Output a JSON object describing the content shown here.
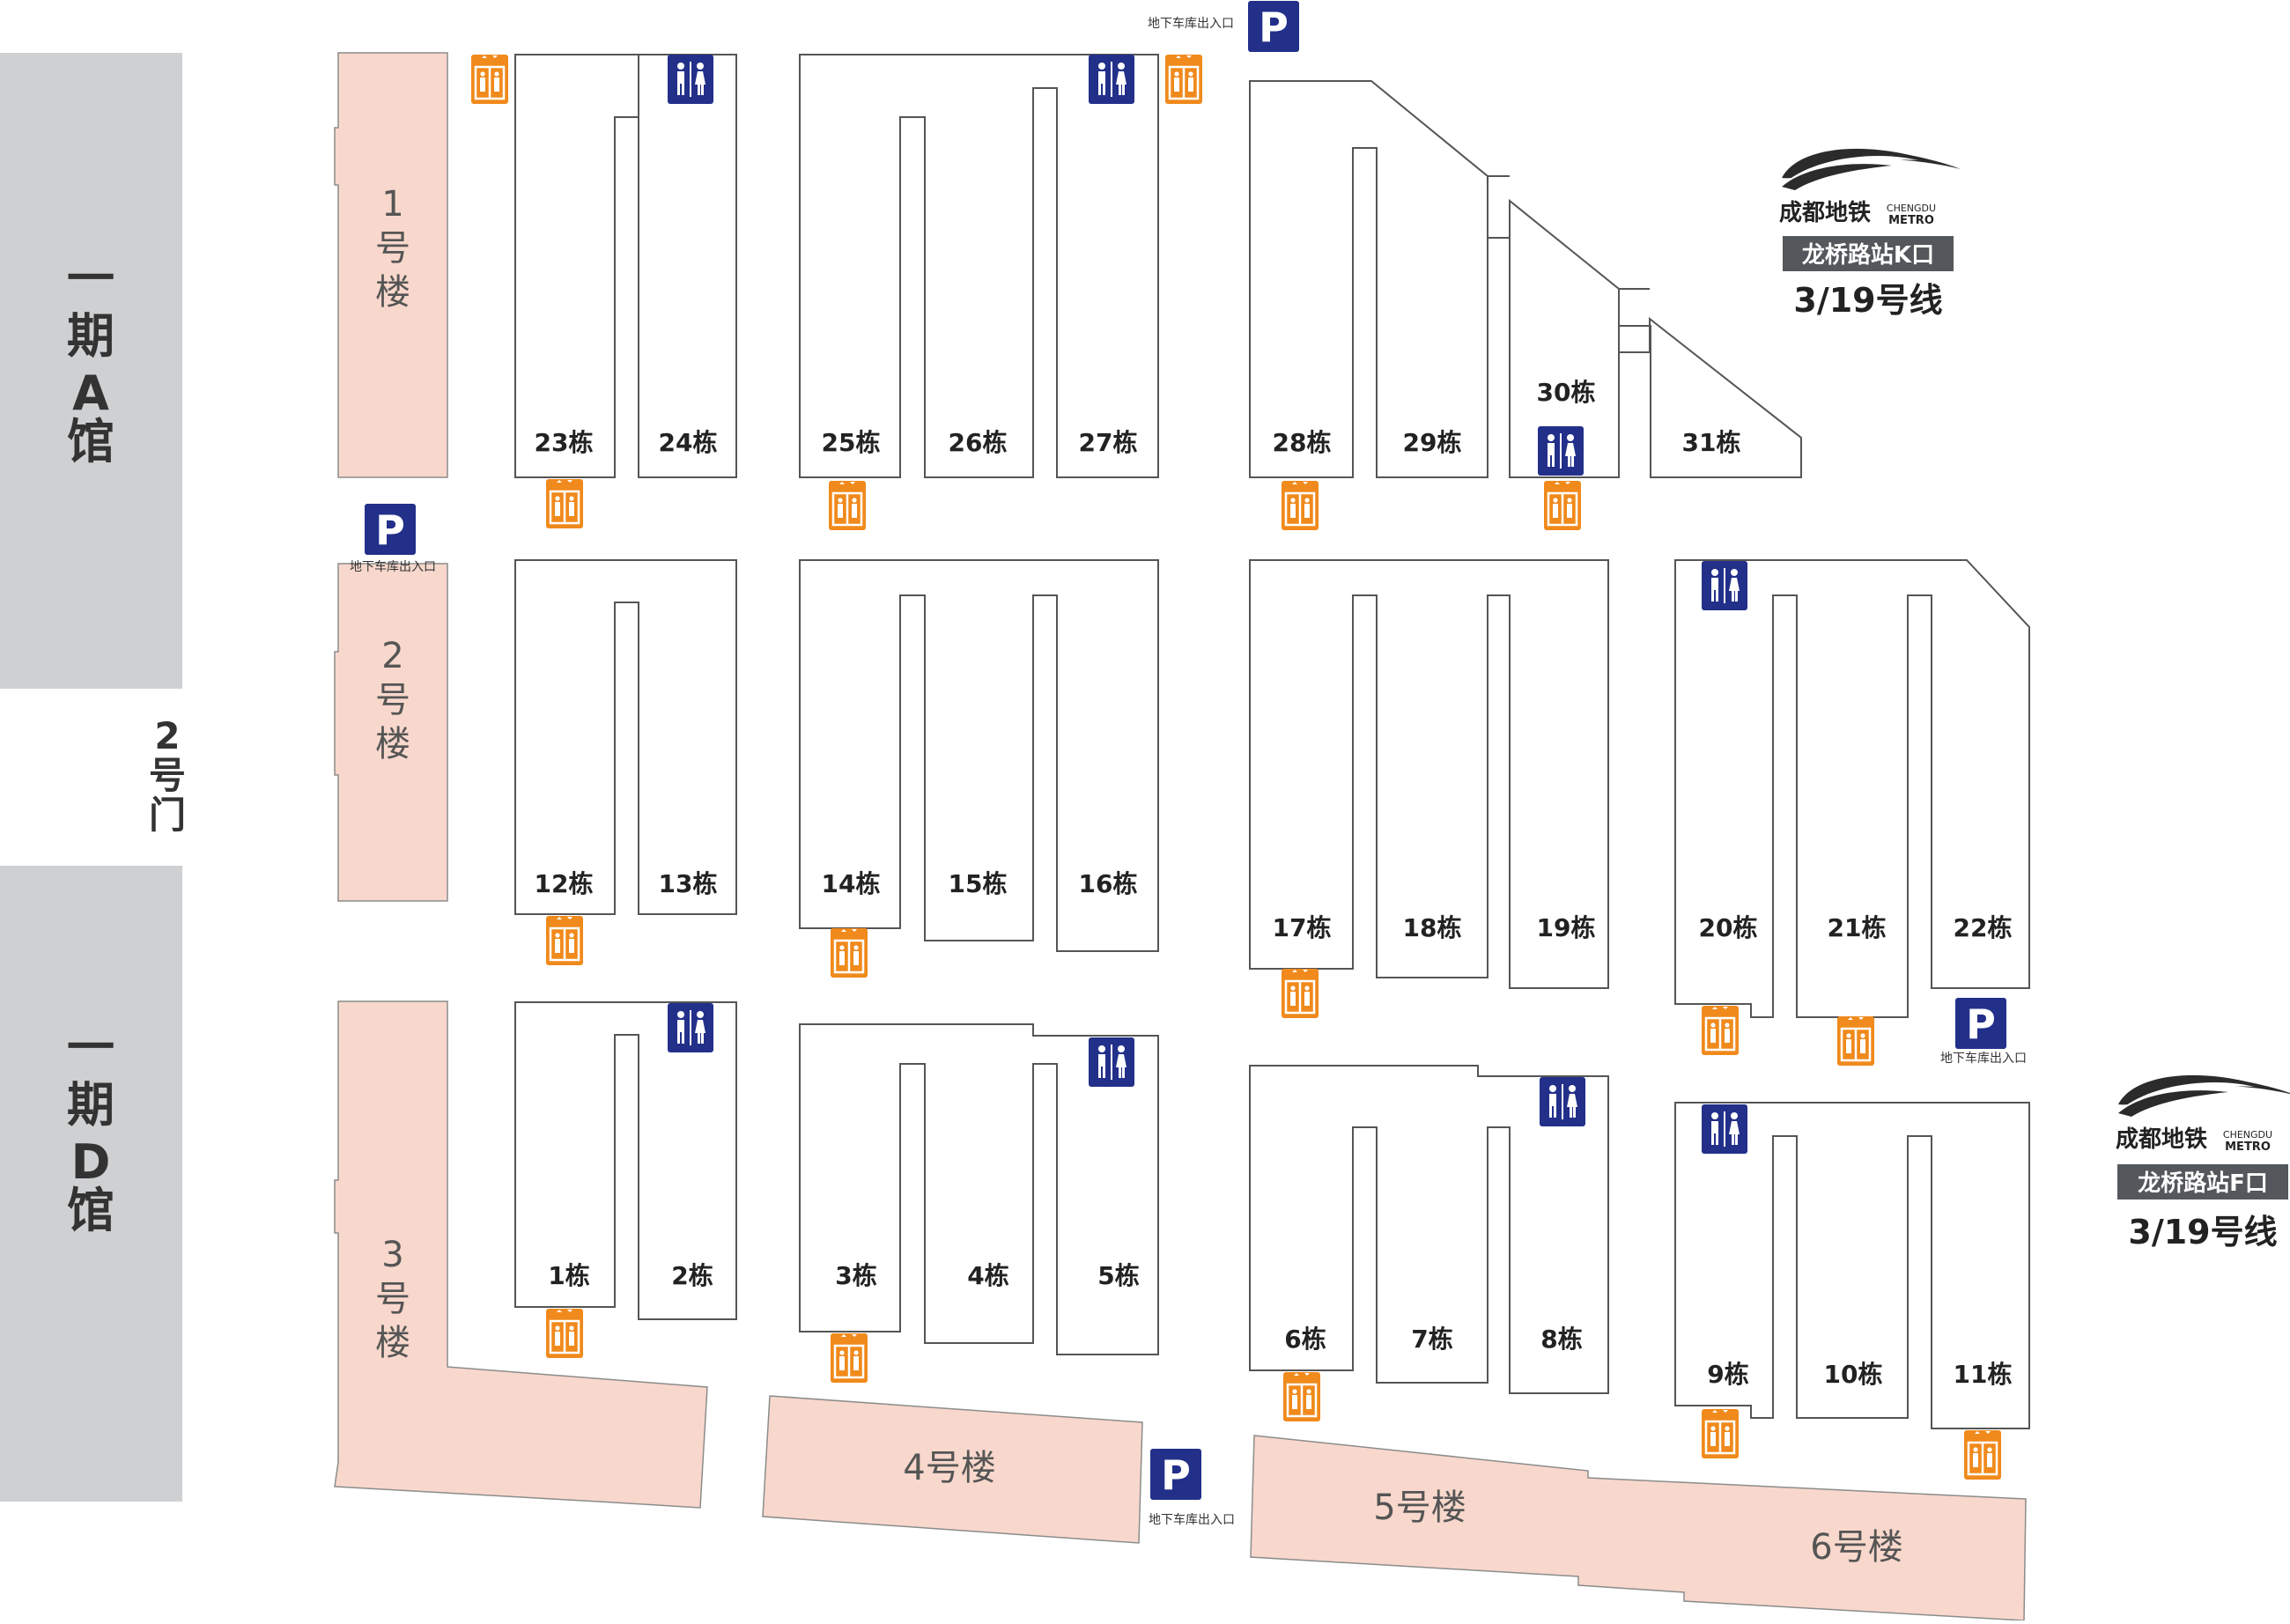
{
  "halls": {
    "phase1_a": "一期A馆",
    "phase1_d": "一期D馆"
  },
  "gate": "2号门",
  "low_rise": {
    "b1": "1号楼",
    "b2": "2号楼",
    "b3": "3号楼",
    "b4": "4号楼",
    "b5": "5号楼",
    "b6": "6号楼"
  },
  "towers": {
    "t1": "1栋",
    "t2": "2栋",
    "t3": "3栋",
    "t4": "4栋",
    "t5": "5栋",
    "t6": "6栋",
    "t7": "7栋",
    "t8": "8栋",
    "t9": "9栋",
    "t10": "10栋",
    "t11": "11栋",
    "t12": "12栋",
    "t13": "13栋",
    "t14": "14栋",
    "t15": "15栋",
    "t16": "16栋",
    "t17": "17栋",
    "t18": "18栋",
    "t19": "19栋",
    "t20": "20栋",
    "t21": "21栋",
    "t22": "22栋",
    "t23": "23栋",
    "t24": "24栋",
    "t25": "25栋",
    "t26": "26栋",
    "t27": "27栋",
    "t28": "28栋",
    "t29": "29栋",
    "t30": "30栋",
    "t31": "31栋"
  },
  "parking": {
    "symbol": "P",
    "caption": "地下车库出入口"
  },
  "metro": {
    "brand_cn": "成都地铁",
    "brand_en_top": "CHENGDU",
    "brand_en_bottom": "METRO",
    "station_k": "龙桥路站K口",
    "station_f": "龙桥路站F口",
    "lines": "3/19号线"
  },
  "colors": {
    "hall_gray": "#cfd0d2",
    "low_rise_fill": "#f8d8cc",
    "parking_blue": "#22308a",
    "toilet_blue": "#22308a",
    "elevator_orange": "#f08a1c",
    "metro_label_bg": "#54575b",
    "outline": "#555555"
  },
  "icons": {
    "toilet": "restroom-icon",
    "elevator": "elevator-icon",
    "parking": "parking-icon",
    "metro_logo": "chengdu-metro-logo"
  }
}
